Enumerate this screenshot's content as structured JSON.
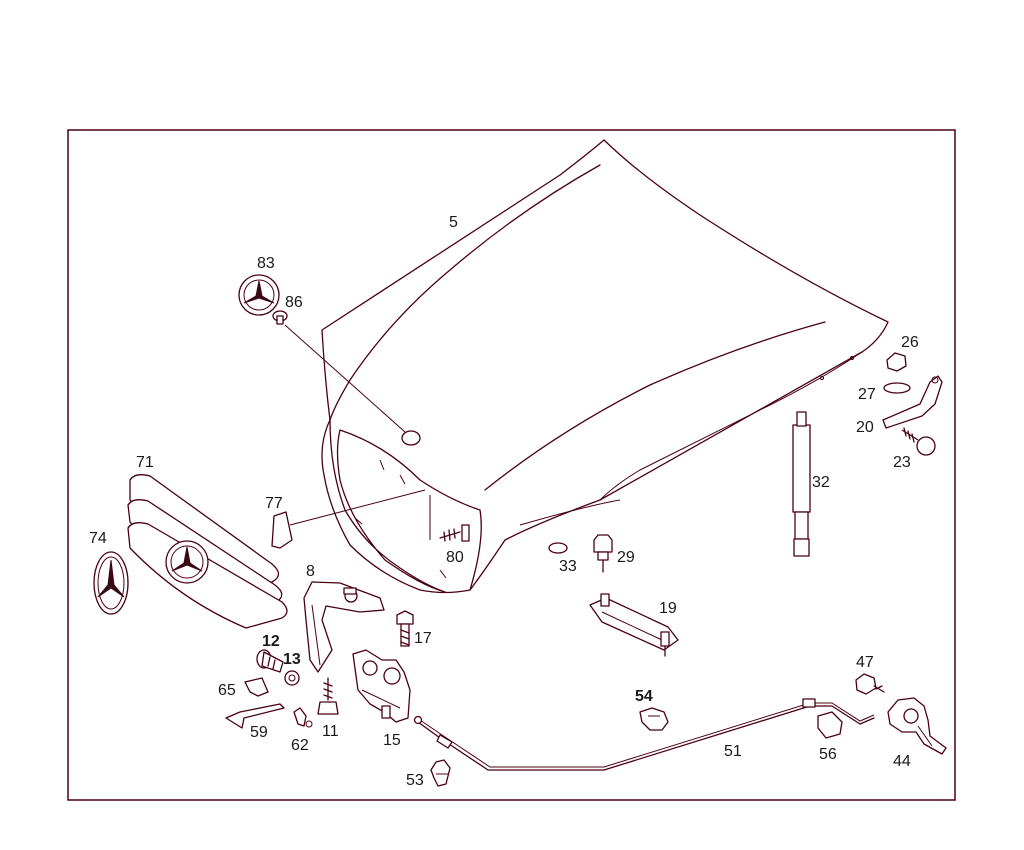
{
  "diagram": {
    "labels": [
      {
        "id": "5",
        "text": "5"
      },
      {
        "id": "83",
        "text": "83"
      },
      {
        "id": "86",
        "text": "86"
      },
      {
        "id": "26",
        "text": "26"
      },
      {
        "id": "27",
        "text": "27"
      },
      {
        "id": "20",
        "text": "20"
      },
      {
        "id": "23",
        "text": "23"
      },
      {
        "id": "71",
        "text": "71"
      },
      {
        "id": "77",
        "text": "77"
      },
      {
        "id": "74",
        "text": "74"
      },
      {
        "id": "80",
        "text": "80"
      },
      {
        "id": "33",
        "text": "33"
      },
      {
        "id": "29",
        "text": "29"
      },
      {
        "id": "32",
        "text": "32"
      },
      {
        "id": "8",
        "text": "8"
      },
      {
        "id": "17",
        "text": "17"
      },
      {
        "id": "19",
        "text": "19"
      },
      {
        "id": "12",
        "text": "12"
      },
      {
        "id": "13",
        "text": "13"
      },
      {
        "id": "65",
        "text": "65"
      },
      {
        "id": "59",
        "text": "59"
      },
      {
        "id": "62",
        "text": "62"
      },
      {
        "id": "11",
        "text": "11"
      },
      {
        "id": "15",
        "text": "15"
      },
      {
        "id": "54",
        "text": "54"
      },
      {
        "id": "47",
        "text": "47"
      },
      {
        "id": "51",
        "text": "51"
      },
      {
        "id": "56",
        "text": "56"
      },
      {
        "id": "44",
        "text": "44"
      },
      {
        "id": "53",
        "text": "53"
      }
    ]
  }
}
